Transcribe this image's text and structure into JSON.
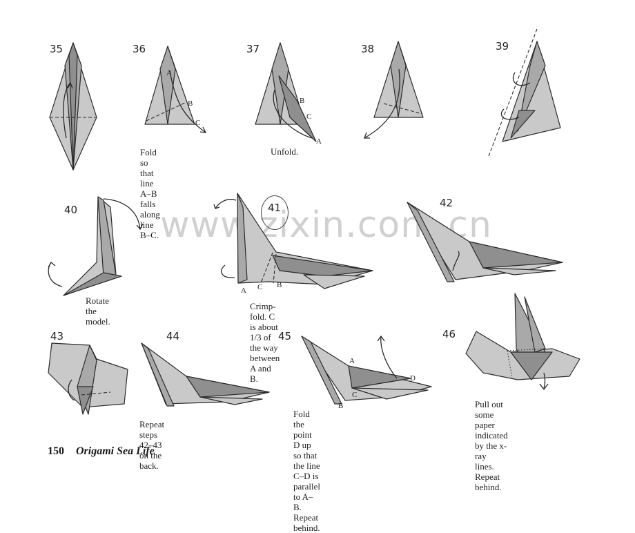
{
  "watermark": "www.zixin.com.cn",
  "footer": {
    "page_number": "150",
    "book_title": "Origami Sea Life"
  },
  "steps": [
    {
      "num": "35",
      "caption": ""
    },
    {
      "num": "36",
      "caption": "Fold so that line A–B\nfalls along line B–C.",
      "labels": [
        "A",
        "B",
        "C"
      ]
    },
    {
      "num": "37",
      "caption": "Unfold.",
      "labels": [
        "B",
        "C",
        "A"
      ]
    },
    {
      "num": "38",
      "caption": ""
    },
    {
      "num": "39",
      "caption": ""
    },
    {
      "num": "40",
      "caption": "Rotate the model."
    },
    {
      "num": "41",
      "caption": "Crimp-fold. C is about 1/3 of\nthe way between A and B.",
      "labels": [
        "A",
        "C",
        "B"
      ]
    },
    {
      "num": "42",
      "caption": ""
    },
    {
      "num": "43",
      "caption": ""
    },
    {
      "num": "44",
      "caption": "Repeat steps 42–43 on the back."
    },
    {
      "num": "45",
      "caption": "Fold the point D up so that the line\nC–D is parallel to A–B. Repeat behind.",
      "labels": [
        "A",
        "D",
        "C",
        "B"
      ]
    },
    {
      "num": "46",
      "caption": "Pull out some paper\nindicated by the x-ray\nlines. Repeat behind."
    }
  ]
}
